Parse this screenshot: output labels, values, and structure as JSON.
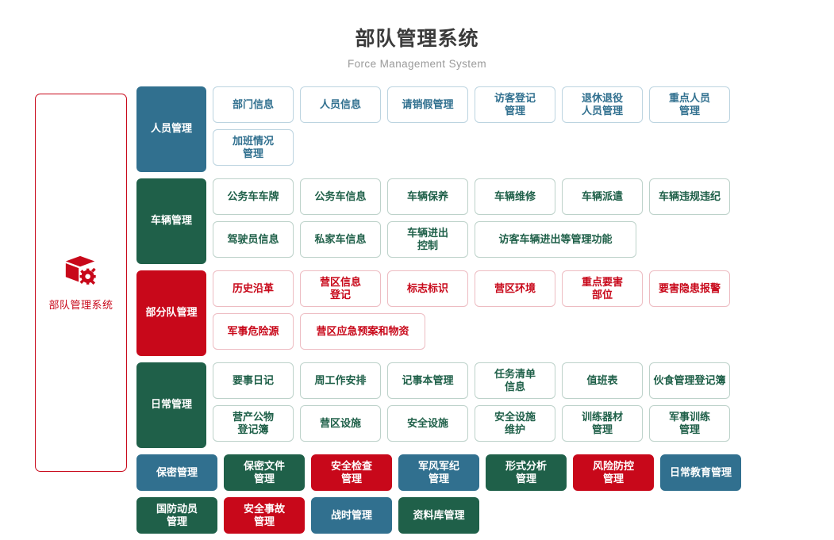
{
  "header": {
    "title": "部队管理系统",
    "subtitle": "Force Management System"
  },
  "sidebar": {
    "label": "部队管理系统",
    "icon": "box-gear-icon",
    "accent_color": "#c8081a"
  },
  "colors": {
    "blue": "#31708f",
    "green": "#1f6049",
    "red": "#c8081a",
    "blue_border": "#bcd4e0",
    "green_border": "#bdd2ca",
    "red_border": "#edbcc2",
    "title": "#3b3b3b",
    "subtitle": "#9a9a9a"
  },
  "sections": [
    {
      "category": "人员管理",
      "color": "blue",
      "items": [
        {
          "label": "部门信息",
          "style": "out-blue",
          "span": 1
        },
        {
          "label": "人员信息",
          "style": "out-blue",
          "span": 1
        },
        {
          "label": "请销假管理",
          "style": "out-blue",
          "span": 1
        },
        {
          "label": "访客登记\n管理",
          "style": "out-blue",
          "span": 1
        },
        {
          "label": "退休退役\n人员管理",
          "style": "out-blue",
          "span": 1
        },
        {
          "label": "重点人员\n管理",
          "style": "out-blue",
          "span": 1
        },
        {
          "label": "加班情况\n管理",
          "style": "out-blue",
          "span": 1
        }
      ]
    },
    {
      "category": "车辆管理",
      "color": "green",
      "items": [
        {
          "label": "公务车车牌",
          "style": "out-green",
          "span": 1
        },
        {
          "label": "公务车信息",
          "style": "out-green",
          "span": 1
        },
        {
          "label": "车辆保养",
          "style": "out-green",
          "span": 1
        },
        {
          "label": "车辆维修",
          "style": "out-green",
          "span": 1
        },
        {
          "label": "车辆派遣",
          "style": "out-green",
          "span": 1
        },
        {
          "label": "车辆违规违纪",
          "style": "out-green",
          "span": 1
        },
        {
          "label": "驾驶员信息",
          "style": "out-green",
          "span": 1
        },
        {
          "label": "私家车信息",
          "style": "out-green",
          "span": 1
        },
        {
          "label": "车辆进出\n控制",
          "style": "out-green",
          "span": 1
        },
        {
          "label": "访客车辆进出等管理功能",
          "style": "out-green",
          "span": 2
        }
      ]
    },
    {
      "category": "部分队管理",
      "color": "red",
      "items": [
        {
          "label": "历史沿革",
          "style": "out-red",
          "span": 1
        },
        {
          "label": "营区信息\n登记",
          "style": "out-red",
          "span": 1
        },
        {
          "label": "标志标识",
          "style": "out-red",
          "span": 1
        },
        {
          "label": "营区环境",
          "style": "out-red",
          "span": 1
        },
        {
          "label": "重点要害\n部位",
          "style": "out-red",
          "span": 1
        },
        {
          "label": "要害隐患报警",
          "style": "out-red",
          "span": 1
        },
        {
          "label": "军事危险源",
          "style": "out-red",
          "span": 1
        },
        {
          "label": "营区应急预案和物资",
          "style": "out-red",
          "span": 1.5
        }
      ]
    },
    {
      "category": "日常管理",
      "color": "green",
      "items": [
        {
          "label": "要事日记",
          "style": "out-green",
          "span": 1
        },
        {
          "label": "周工作安排",
          "style": "out-green",
          "span": 1
        },
        {
          "label": "记事本管理",
          "style": "out-green",
          "span": 1
        },
        {
          "label": "任务清单\n信息",
          "style": "out-green",
          "span": 1
        },
        {
          "label": "值班表",
          "style": "out-green",
          "span": 1
        },
        {
          "label": "伙食管理登记簿",
          "style": "out-green",
          "span": 1
        },
        {
          "label": "营产公物\n登记簿",
          "style": "out-green",
          "span": 1
        },
        {
          "label": "营区设施",
          "style": "out-green",
          "span": 1
        },
        {
          "label": "安全设施",
          "style": "out-green",
          "span": 1
        },
        {
          "label": "安全设施\n维护",
          "style": "out-green",
          "span": 1
        },
        {
          "label": "训练器材\n管理",
          "style": "out-green",
          "span": 1
        },
        {
          "label": "军事训练\n管理",
          "style": "out-green",
          "span": 1
        }
      ]
    }
  ],
  "bottom_row": [
    {
      "label": "保密管理",
      "style": "fill-blue"
    },
    {
      "label": "保密文件\n管理",
      "style": "fill-green"
    },
    {
      "label": "安全检查\n管理",
      "style": "fill-red"
    },
    {
      "label": "军风军纪\n管理",
      "style": "fill-blue"
    },
    {
      "label": "形式分析\n管理",
      "style": "fill-green"
    },
    {
      "label": "风险防控\n管理",
      "style": "fill-red"
    },
    {
      "label": "日常教育管理",
      "style": "fill-blue"
    },
    {
      "label": "国防动员\n管理",
      "style": "fill-green"
    },
    {
      "label": "安全事故\n管理",
      "style": "fill-red"
    },
    {
      "label": "战时管理",
      "style": "fill-blue"
    },
    {
      "label": "资料库管理",
      "style": "fill-green"
    }
  ]
}
